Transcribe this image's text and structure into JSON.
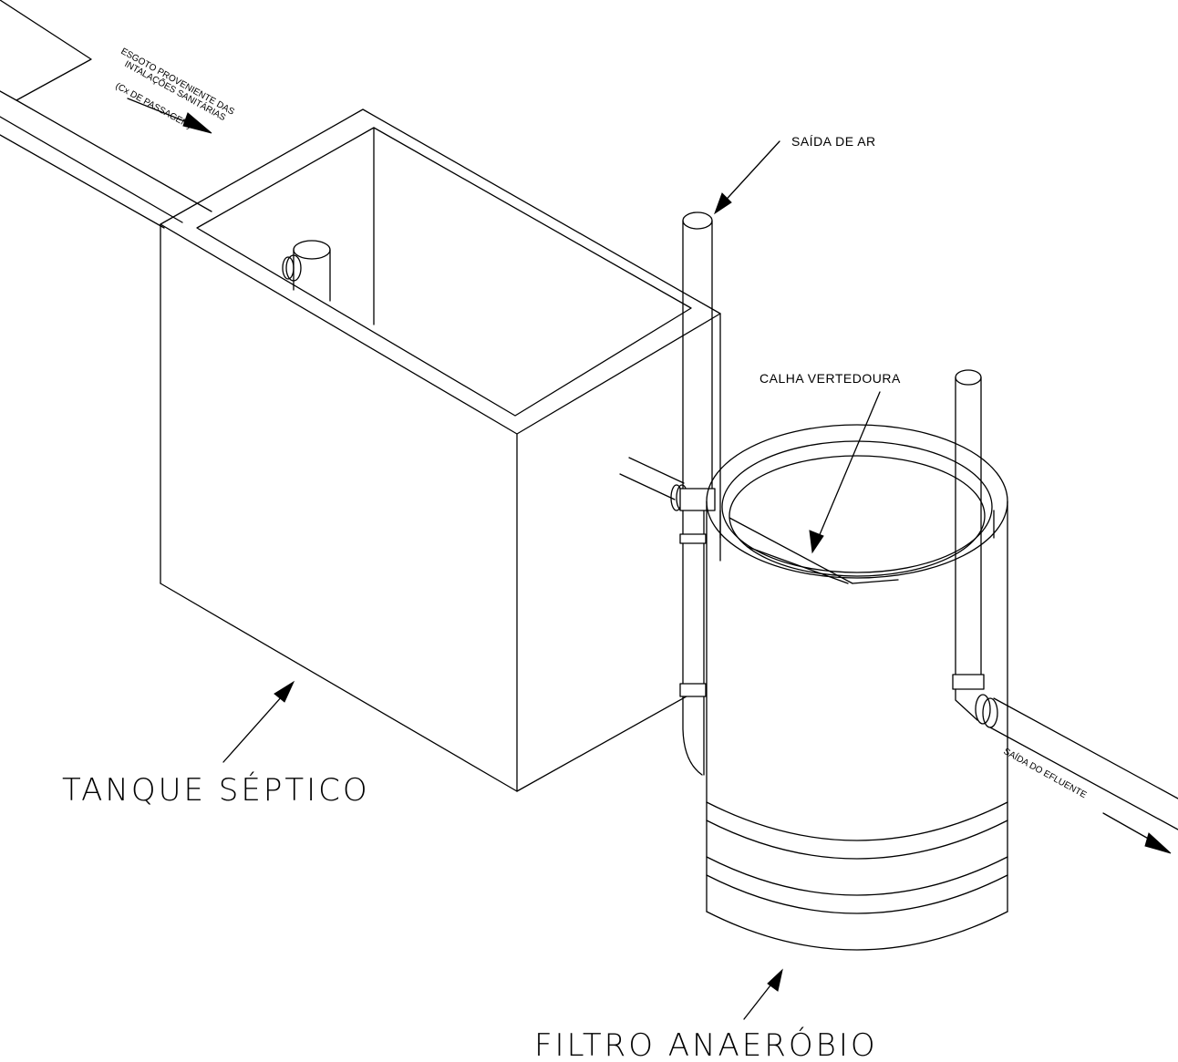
{
  "labels": {
    "inlet_line1": "ESGOTO PROVENIENTE DAS",
    "inlet_line2": "INTALAÇÕES SANITÁRIAS",
    "inlet_line3": "(Cx DE PASSAGEM)",
    "air_outlet": "SAÍDA DE AR",
    "weir": "CALHA VERTEDOURA",
    "septic_tank": "TANQUE SÉPTICO",
    "effluent_outlet": "SAÍDA DO EFLUENTE",
    "anaerobic_filter": "FILTRO ANAERÓBIO"
  },
  "colors": {
    "line": "#000000",
    "background": "#ffffff"
  }
}
